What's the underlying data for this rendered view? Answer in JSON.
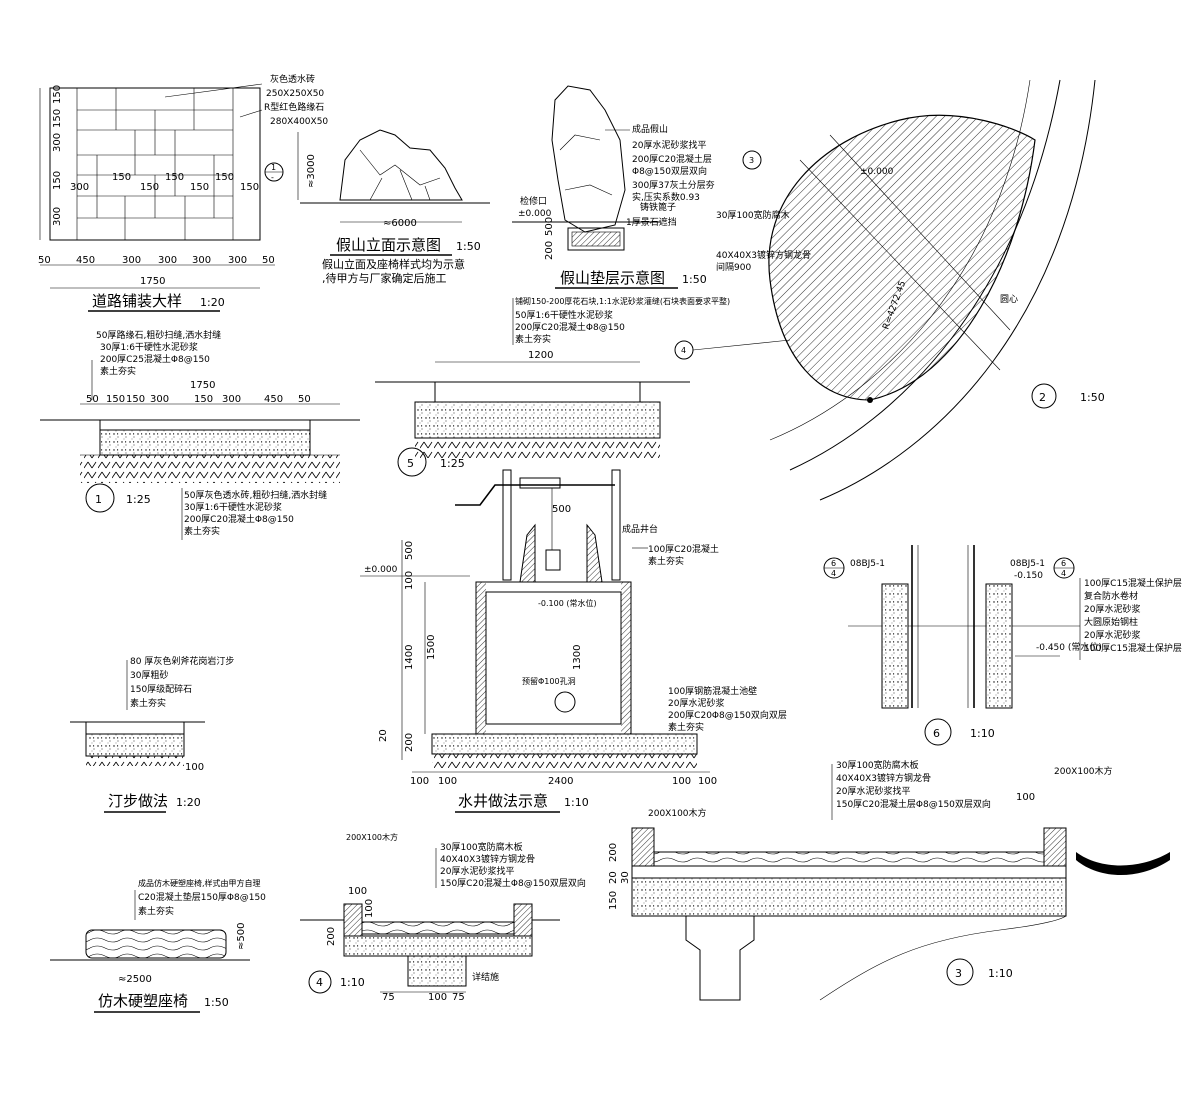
{
  "paving": {
    "title": "道路铺装大样",
    "scale": "1:20",
    "note1": "灰色透水砖",
    "note1b": "250X250X50",
    "note2": "R型红色路缘石",
    "note2b": "280X400X50",
    "bottom_dims": [
      "50",
      "450",
      "300",
      "300",
      "300",
      "300",
      "50"
    ],
    "total": "1750",
    "left_dims": [
      "150",
      "150",
      "300",
      "150",
      "300"
    ],
    "mid_dims": [
      "300",
      "150",
      "150",
      "150",
      "150",
      "150",
      "150"
    ],
    "callout_num": "1",
    "callout_den": "-"
  },
  "rockery_elev": {
    "title": "假山立面示意图",
    "scale": "1:50",
    "width": "≈6000",
    "height": "≈3000",
    "note_l1": "假山立面及座椅样式均为示意",
    "note_l2": ",待甲方与厂家确定后施工"
  },
  "rockery_base": {
    "title": "假山垫层示意图",
    "scale": "1:50",
    "notes": [
      "成品假山",
      "20厚水泥砂浆找平",
      "200厚C20混凝土层",
      "Φ8@150双层双向",
      "300厚37灰土分层夯",
      "实,压实系数0.93",
      "铸铁篦子",
      "1厚景石遮挡"
    ],
    "inspect": "检修口",
    "elev": "±0.000",
    "dim_a": "200",
    "dim_b": "500"
  },
  "pond": {
    "scale": "1:50",
    "callout": "2",
    "labels": [
      "30厚100宽防腐木",
      "40X40X3镀锌方钢龙骨",
      "间隔900"
    ],
    "r": "R=4272.45",
    "center": "圆心",
    "elev": "±0.000",
    "c3": "3",
    "c4": "4"
  },
  "road_section": {
    "callout": "1",
    "scale": "1:25",
    "total": "1750",
    "dims": [
      "50",
      "150",
      "150",
      "300",
      "150",
      "300",
      "450",
      "50"
    ],
    "top_notes": [
      "50厚路缘石,粗砂扫缝,洒水封缝",
      "30厚1:6干硬性水泥砂浆",
      "200厚C25混凝土Φ8@150",
      "素土夯实"
    ],
    "bot_notes": [
      "50厚灰色透水砖,粗砂扫缝,洒水封缝",
      "30厚1:6干硬性水泥砂浆",
      "200厚C20混凝土Φ8@150",
      "素土夯实"
    ]
  },
  "section5": {
    "callout": "5",
    "scale": "1:25",
    "width": "1200",
    "notes": [
      "铺砌150-200厚花石块,1:1水泥砂浆灌缝(石块表面要求平整)",
      "50厚1:6干硬性水泥砂浆",
      "200厚C20混凝土Φ8@150",
      "素土夯实"
    ]
  },
  "well": {
    "title": "水井做法示意",
    "scale": "1:10",
    "top_label": "成品井台",
    "d500": "500",
    "elev0": "±0.000",
    "water": "-0.100 (常水位)",
    "r_notes": [
      "100厚C20混凝土",
      "素土夯实"
    ],
    "hole": "预留Φ100孔洞",
    "r_notes2": [
      "100厚钢筋混凝土池壁",
      "20厚水泥砂浆",
      "200厚C20Φ8@150双向双层",
      "素土夯实"
    ],
    "left_dims": [
      "500",
      "100",
      "1400",
      "1500",
      "20",
      "200"
    ],
    "inner": "1300",
    "bottom": [
      "100",
      "100",
      "2400",
      "100",
      "100"
    ]
  },
  "stepping": {
    "title": "汀步做法",
    "scale": "1:20",
    "notes": [
      "80 厚灰色剁斧花岗岩汀步",
      "30厚粗砂",
      "150厚级配碎石",
      "素土夯实"
    ],
    "dim": "100"
  },
  "bench": {
    "title": "仿木硬塑座椅",
    "scale": "1:50",
    "width": "≈2500",
    "height": "≈500",
    "notes": [
      "成品仿木硬塑座椅,样式由甲方自理",
      "C20混凝土垫层150厚Φ8@150",
      "素土夯实"
    ]
  },
  "sec4": {
    "callout": "4",
    "scale": "1:10",
    "wood": "200X100木方",
    "notes": [
      "30厚100宽防腐木板",
      "40X40X3镀锌方钢龙骨",
      "20厚水泥砂浆找平",
      "150厚C20混凝土Φ8@150双层双向"
    ],
    "dims": [
      "100",
      "100",
      "200"
    ],
    "bottom": [
      "75",
      "100",
      "75"
    ],
    "ref": "详结施"
  },
  "sec3": {
    "callout": "3",
    "scale": "1:10",
    "wood_l": "200X100木方",
    "wood_r": "200X100木方",
    "notes": [
      "30厚100宽防腐木板",
      "40X40X3镀锌方钢龙骨",
      "20厚水泥砂浆找平",
      "150厚C20混凝土层Φ8@150双层双向"
    ],
    "dims": [
      "200",
      "20",
      "150",
      "30"
    ],
    "r100": "100"
  },
  "sec6": {
    "callout": "6",
    "scale": "1:10",
    "ref_l": "08BJ5-1",
    "ref_r": "08BJ5-1",
    "elev1": "-0.150",
    "elev2": "-0.450 (常水位)",
    "notes": [
      "100厚C15混凝土保护层",
      "复合防水卷材",
      "20厚水泥砂浆",
      "大圆原始钢柱",
      "20厚水泥砂浆",
      "100厚C15混凝土保护层"
    ],
    "c6": "6",
    "c4": "4"
  }
}
